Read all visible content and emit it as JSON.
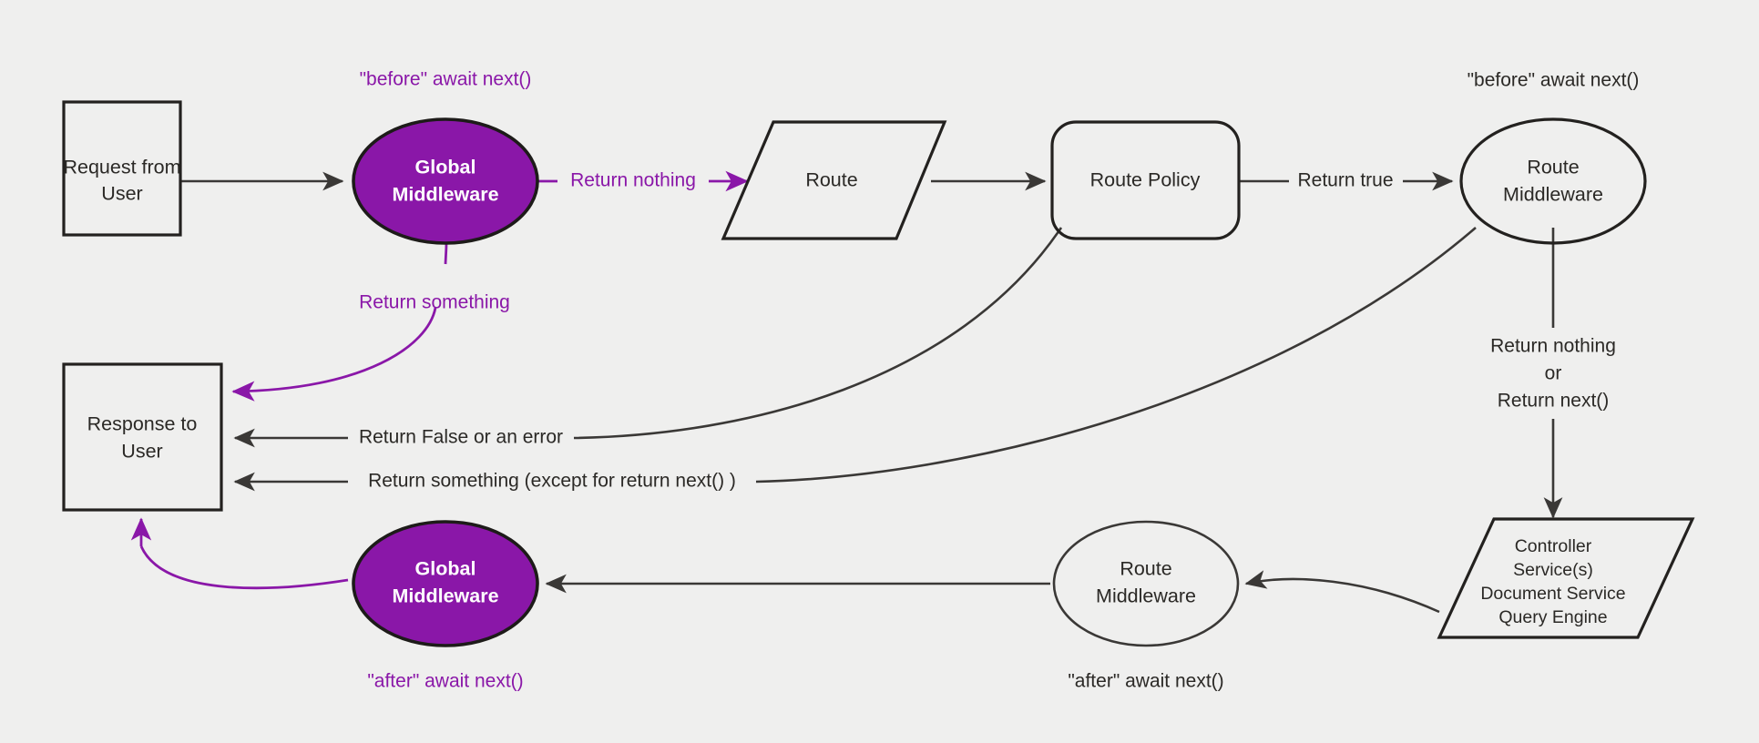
{
  "diagram": {
    "title": "Request lifecycle middleware flow",
    "background_color": "#efefee",
    "accent_color": "#8a17a8",
    "line_color": "#3a3836",
    "nodes": {
      "request_from_user": {
        "line1": "Request from",
        "line2": "User",
        "shape": "rectangle"
      },
      "global_middleware_top": {
        "line1": "Global",
        "line2": "Middleware",
        "shape": "ellipse",
        "fill": "#8a17a8"
      },
      "route": {
        "line1": "Route",
        "shape": "parallelogram"
      },
      "route_policy": {
        "line1": "Route Policy",
        "shape": "rounded-rectangle"
      },
      "route_middleware_top": {
        "line1": "Route",
        "line2": "Middleware",
        "shape": "ellipse"
      },
      "controller_services": {
        "line1": "Controller",
        "line2": "Service(s)",
        "line3": "Document Service",
        "line4": "Query Engine",
        "shape": "parallelogram"
      },
      "route_middleware_bottom": {
        "line1": "Route",
        "line2": "Middleware",
        "shape": "ellipse"
      },
      "global_middleware_bottom": {
        "line1": "Global",
        "line2": "Middleware",
        "shape": "ellipse",
        "fill": "#8a17a8"
      },
      "response_to_user": {
        "line1": "Response to",
        "line2": "User",
        "shape": "rectangle"
      }
    },
    "annotations": {
      "before_await_next_top_left": "\"before\" await next()",
      "before_await_next_top_right": "\"before\" await next()",
      "after_await_next_bottom_left": "\"after\" await next()",
      "after_await_next_bottom_right": "\"after\" await next()"
    },
    "edge_labels": {
      "return_nothing": "Return nothing",
      "return_something": "Return something",
      "return_true": "Return true",
      "return_nothing_or_next_l1": "Return nothing",
      "return_nothing_or_next_l2": "or",
      "return_nothing_or_next_l3": "Return next()",
      "return_false_or_error": "Return False or an error",
      "return_something_except": "Return something (except for return next() )"
    }
  }
}
